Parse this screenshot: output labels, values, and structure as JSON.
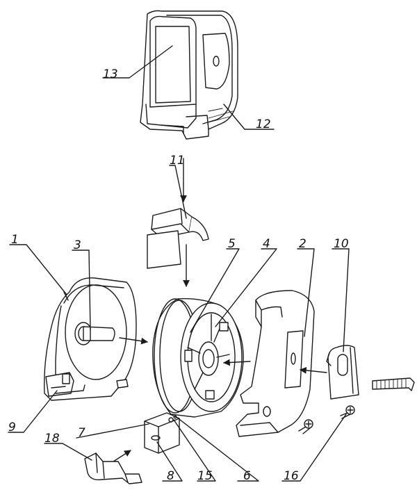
{
  "labels": {
    "p1": "1",
    "p2": "2",
    "p3": "3",
    "p4": "4",
    "p5": "5",
    "p6": "6",
    "p7": "7",
    "p8": "8",
    "p9": "9",
    "p10": "10",
    "p11": "11",
    "p12": "12",
    "p13": "13",
    "p15": "15",
    "p16": "16",
    "p18": "18"
  }
}
